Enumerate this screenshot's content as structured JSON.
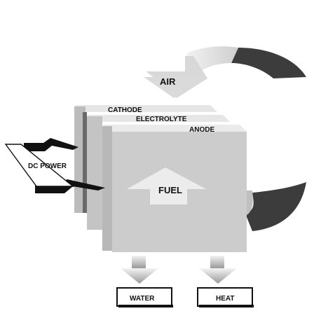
{
  "labels": {
    "air": "AIR",
    "cathode": "CATHODE",
    "electrolyte": "ELECTROLYTE",
    "anode": "ANODE",
    "dc_power": "DC POWER",
    "fuel": "FUEL",
    "water": "WATER",
    "heat": "HEAT"
  },
  "colors": {
    "dark_arrow": "#3c3c3c",
    "light_arrow": "#dcdcdc",
    "panel_front": "#cccccc",
    "panel_face": "#c4c4c4",
    "panel_top": "#e6e6e6",
    "panel_side": "#a0a0a0"
  }
}
